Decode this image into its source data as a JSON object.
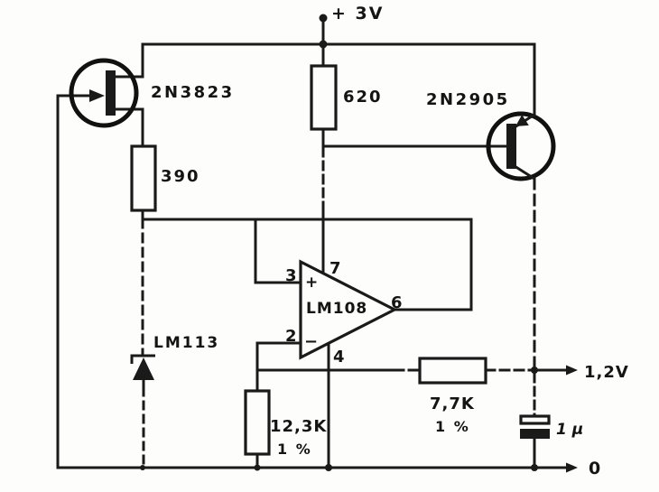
{
  "colors": {
    "ink": "#1a1a1a",
    "paper": "#fdfdfb"
  },
  "terminals": {
    "vplus": "+ 3V",
    "vout": "1,2V",
    "gnd": "0"
  },
  "transistors": {
    "jfet": "2N3823",
    "pnp": "2N2905"
  },
  "opamp": {
    "part": "LM108",
    "plus_sign": "+",
    "minus_sign": "−",
    "pin_in_plus": "3",
    "pin_in_minus": "2",
    "pin_vplus": "7",
    "pin_vminus": "4",
    "pin_out": "6"
  },
  "diode": {
    "part": "LM113"
  },
  "resistors": {
    "r620": {
      "value": "620"
    },
    "r390": {
      "value": "390"
    },
    "r12k3": {
      "value": "12,3K",
      "tolerance": "1 %"
    },
    "r7k7": {
      "value": "7,7K",
      "tolerance": "1 %"
    }
  },
  "capacitor": {
    "value": "1 μ"
  }
}
